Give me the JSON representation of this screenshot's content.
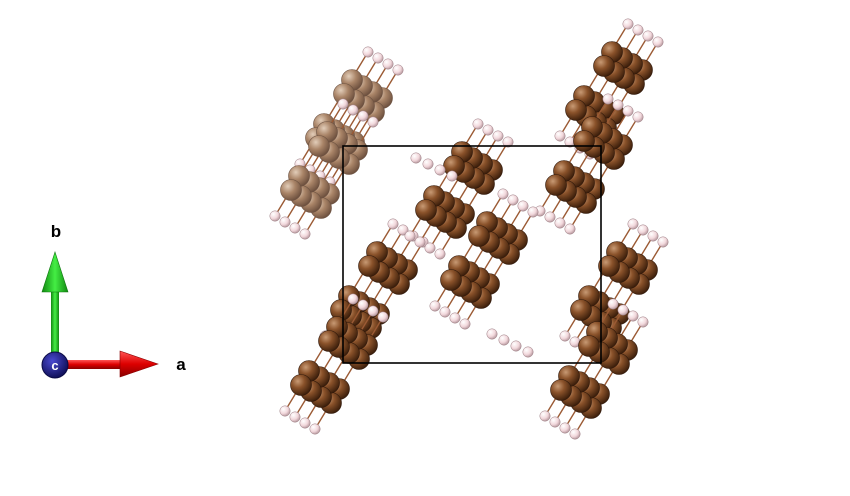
{
  "axes": {
    "a_label": "a",
    "b_label": "b",
    "c_label": "c",
    "a_color": "#d40000",
    "b_color": "#22cc22",
    "c_color": "#1a1a8c"
  },
  "structure": {
    "unit_cell_color": "#000000",
    "heavy_atom_color": "#7a4420",
    "light_atom_color": "#f0d0d4",
    "bond_color": "#9b5a34"
  }
}
